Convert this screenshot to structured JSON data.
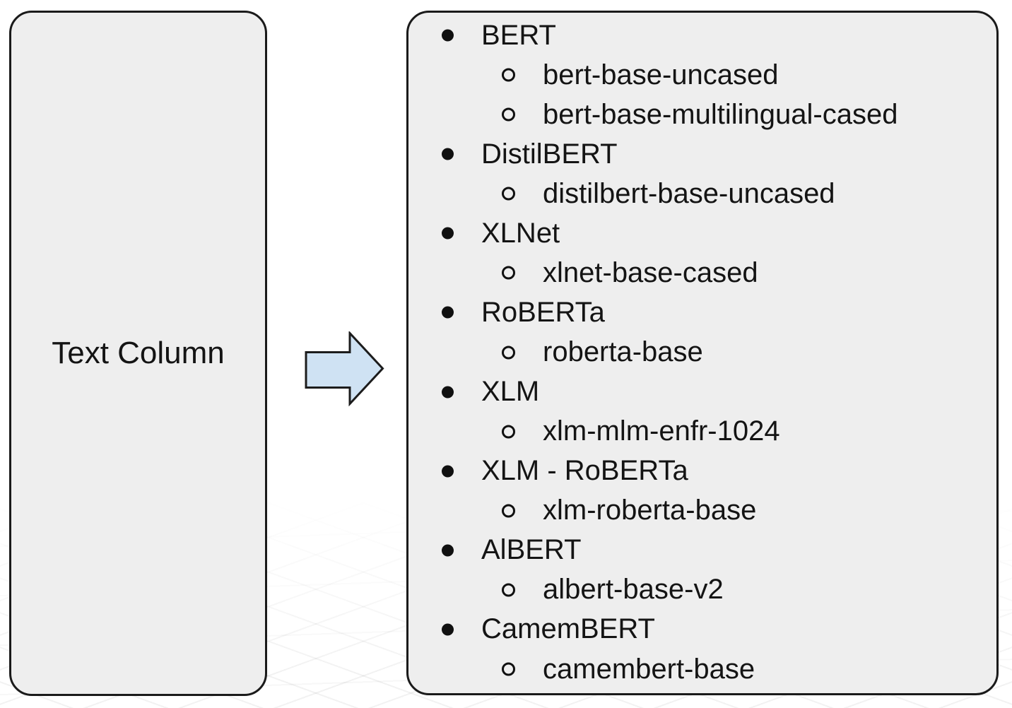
{
  "left_box": {
    "label": "Text Column"
  },
  "arrow": {
    "icon": "arrow-right",
    "fill": "#cfe2f3",
    "stroke": "#1c1c1c"
  },
  "models": {
    "items": [
      {
        "label": "BERT",
        "children": [
          "bert-base-uncased",
          "bert-base-multilingual-cased"
        ]
      },
      {
        "label": "DistilBERT",
        "children": [
          "distilbert-base-uncased"
        ]
      },
      {
        "label": "XLNet",
        "children": [
          "xlnet-base-cased"
        ]
      },
      {
        "label": "RoBERTa",
        "children": [
          "roberta-base"
        ]
      },
      {
        "label": "XLM",
        "children": [
          "xlm-mlm-enfr-1024"
        ]
      },
      {
        "label": "XLM - RoBERTa",
        "children": [
          "xlm-roberta-base"
        ]
      },
      {
        "label": "AlBERT",
        "children": [
          "albert-base-v2"
        ]
      },
      {
        "label": "CamemBERT",
        "children": [
          "camembert-base"
        ]
      }
    ]
  },
  "colors": {
    "box_fill": "#eeeeee",
    "box_border": "#1a1a1a",
    "arrow_fill": "#cfe2f3",
    "text": "#141414",
    "background": "#ffffff"
  }
}
